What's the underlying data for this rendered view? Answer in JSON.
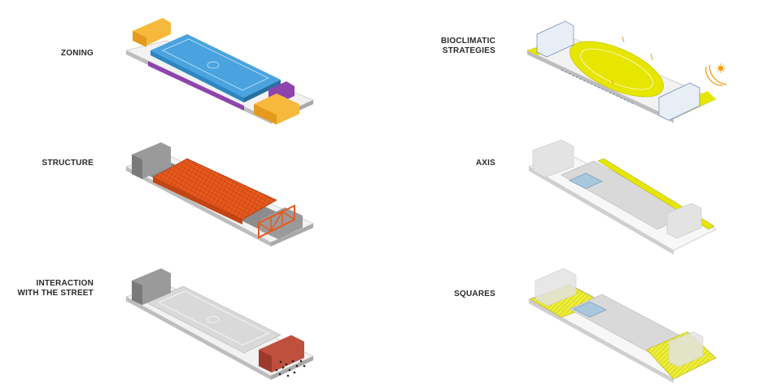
{
  "labels": {
    "zoning": "ZONING",
    "structure": "STRUCTURE",
    "interaction": [
      "INTERACTION",
      "WITH THE STREET"
    ],
    "bioclimatic": [
      "BIOCLIMATIC",
      "STRATEGIES"
    ],
    "axis": "AXIS",
    "squares": "SQUARES"
  },
  "colors": {
    "field_blue": "#4aa3df",
    "zoning_orange": "#f6b93b",
    "zoning_purple": "#8e44ad",
    "structure_orange": "#e8581c",
    "brick_red": "#c0503e",
    "bio_yellow": "#e6e600",
    "sun_orange": "#f39c12",
    "site_gray": "#d9d9d9",
    "building_gray": "#9a9a9a"
  }
}
